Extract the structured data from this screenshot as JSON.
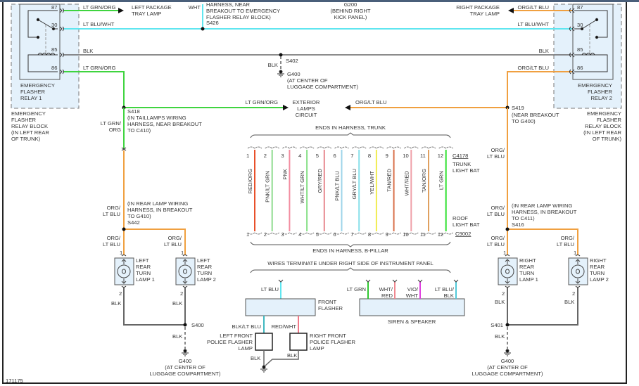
{
  "figure_id": "171175",
  "colors": {
    "lt_grn_org": "#3fd43f",
    "lt_blu_wht": "#5fe6f0",
    "blk": "#555555",
    "org_lt_blu": "#f0a040",
    "relay_fill": "#e4f1fb",
    "lamp_fill": "#e4f1fb"
  },
  "relay1": {
    "label": [
      "EMERGENCY",
      "FLASHER",
      "RELAY 1"
    ],
    "pins": [
      "87",
      "30",
      "85",
      "86"
    ]
  },
  "relay2": {
    "label": [
      "EMERGENCY",
      "FLASHER",
      "RELAY 2"
    ],
    "pins": [
      "87",
      "30",
      "85",
      "86"
    ]
  },
  "relay_block_left": [
    "EMERGENCY",
    "FLASHER",
    "RELAY BLOCK",
    "(IN LEFT REAR",
    "OF TRUNK)"
  ],
  "relay_block_right": [
    "EMERGENCY",
    "FLASHER",
    "RELAY BLOCK",
    "(IN LEFT REAR",
    "OF TRUNK)"
  ],
  "top_wires": {
    "w87_left": "LT GRN/ORG",
    "left_package_lamp": [
      "LEFT PACKAGE",
      "TRAY LAMP"
    ],
    "wht": "WHT",
    "s426_note": [
      "HARNESS, NEAR",
      "BREAKOUT TO EMERGENCY",
      "FLASHER RELAY BLOCK)",
      "S426"
    ],
    "g200": [
      "G200",
      "(BEHIND RIGHT",
      "KICK PANEL)"
    ],
    "w30_left": "LT BLU/WHT",
    "w85_left": "BLK",
    "w86_left": "LT GRN/ORG",
    "right_package_lamp": [
      "RIGHT PACKAGE",
      "TRAY LAMP"
    ],
    "w87_right": "ORG/LT BLU",
    "w30_right": "LT BLU/WHT",
    "w85_right": "BLK",
    "w86_right": "ORG/LT BLU",
    "s402": "S402",
    "s402_blk": "BLK",
    "g400_top": [
      "G400",
      "(AT CENTER OF",
      "LUGGAGE COMPARTMENT)"
    ]
  },
  "exterior": {
    "left_wire": "LT GRN/ORG",
    "right_wire": "ORG/LT BLU",
    "label": [
      "EXTERIOR",
      "LAMPS",
      "CIRCUIT"
    ]
  },
  "s418": {
    "label": [
      "S418",
      "(IN TAILLAMPS WIRING",
      "HARNESS, NEAR BREAKOUT",
      "TO C410)"
    ],
    "wire": [
      "LT GRN/",
      "ORG"
    ]
  },
  "s419": {
    "label": [
      "S419",
      "(NEAR BREAKOUT",
      "TO G400)"
    ],
    "wire": [
      "ORG/",
      "LT BLU"
    ]
  },
  "left_rear": {
    "upper_wire": [
      "ORG/",
      "LT BLU"
    ],
    "splice_note": [
      "(IN REAR LAMP WIRING",
      "HARNESS, IN BREAKOUT",
      "TO G410)",
      "S442"
    ],
    "branch_wire": [
      "ORG/",
      "LT BLU"
    ],
    "lamp1": [
      "LEFT",
      "REAR",
      "TURN",
      "LAMP 1"
    ],
    "lamp2": [
      "LEFT",
      "REAR",
      "TURN",
      "LAMP 2"
    ],
    "pin1": "1",
    "pin2": "2",
    "blk": "BLK",
    "splice_ground": "S400",
    "g400": [
      "G400",
      "(AT CENTER OF",
      "LUGGAGE COMPARTMENT)"
    ]
  },
  "right_rear": {
    "upper_wire": [
      "ORG/",
      "LT BLU"
    ],
    "splice_note": [
      "(IN REAR LAMP WIRING",
      "HARNESS, IN BREAKOUT",
      "TO C411)",
      "S416"
    ],
    "branch_wire": [
      "ORG/",
      "LT BLU"
    ],
    "lamp1": [
      "RIGHT",
      "REAR",
      "TURN",
      "LAMP 1"
    ],
    "lamp2": [
      "RIGHT",
      "REAR",
      "TURN",
      "LAMP 2"
    ],
    "pin1": "1",
    "pin2": "2",
    "blk": "BLK",
    "splice_ground": "S401",
    "g400": [
      "G400",
      "(AT CENTER OF",
      "LUGGAGE COMPARTMENT)"
    ]
  },
  "harness": {
    "top_caption": "ENDS IN HARNESS, TRUNK",
    "bottom_caption": "ENDS IN HARNESS, B-PILLAR",
    "top_connector": "C4178",
    "bottom_connector": "C9002",
    "top_note": [
      "TRUNK",
      "LIGHT BAT"
    ],
    "bottom_note": [
      "ROOF",
      "LIGHT BAT"
    ],
    "wires": [
      {
        "pin": "1",
        "label": "RED/ORG",
        "color": "#e8502a"
      },
      {
        "pin": "2",
        "label": "PNK/LT GRN",
        "color": "#8fdc8f"
      },
      {
        "pin": "3",
        "label": "PNK",
        "color": "#f28ca0"
      },
      {
        "pin": "4",
        "label": "WHT/LT GRN",
        "color": "#88e088"
      },
      {
        "pin": "5",
        "label": "GRY/RED",
        "color": "#e88890"
      },
      {
        "pin": "6",
        "label": "PNK/LT BLU",
        "color": "#9ed4ea"
      },
      {
        "pin": "7",
        "label": "GRY/LT BLU",
        "color": "#88e0ea"
      },
      {
        "pin": "8",
        "label": "YEL/WHT",
        "color": "#f0ec50"
      },
      {
        "pin": "9",
        "label": "TAN/RED",
        "color": "#d8704a"
      },
      {
        "pin": "10",
        "label": "WHT/RED",
        "color": "#f0a0a8"
      },
      {
        "pin": "11",
        "label": "TAN/ORG",
        "color": "#e0a060"
      },
      {
        "pin": "12",
        "label": "LT GRN",
        "color": "#30e030"
      }
    ]
  },
  "instrument": {
    "caption": "WIRES TERMINATE UNDER RIGHT SIDE OF INSTRUMENT PANEL",
    "front_flasher": [
      "FRONT",
      "FLASHER"
    ],
    "front_flasher_in": "LT BLU",
    "left_out": "BLK/LT BLU",
    "right_out": "RED/WHT",
    "left_lamp": [
      "LEFT FRONT",
      "POLICE FLASHER",
      "LAMP"
    ],
    "right_lamp": [
      "RIGHT FRONT",
      "POLICE FLASHER",
      "LAMP"
    ],
    "blk_left": "BLK",
    "blk_right": "BLK",
    "siren": "SIREN & SPEAKER",
    "siren_wires": [
      {
        "label": [
          "LT GRN"
        ],
        "color": "#30c830"
      },
      {
        "label": [
          "WHT/",
          "RED"
        ],
        "color": "#f08890"
      },
      {
        "label": [
          "VIO/",
          "WHT"
        ],
        "color": "#e040e0"
      },
      {
        "label": [
          "LT BLU/",
          "BLK"
        ],
        "color": "#50c8d8"
      }
    ]
  }
}
